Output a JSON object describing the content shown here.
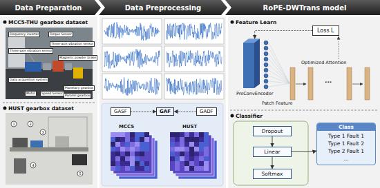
{
  "diagram": {
    "nodes": [
      {
        "text": [
          "Data Preparation"
        ]
      },
      {
        "text": [
          "Data Preprocessing"
        ]
      },
      {
        "text": [
          "RoPE-DWTrans model"
        ]
      },
      {
        "text": [
          "GASF"
        ]
      },
      {
        "text": [
          "GAF"
        ]
      },
      {
        "text": [
          "GADF"
        ]
      },
      {
        "text": [
          "PreConvEncoder"
        ]
      },
      {
        "text": [
          "Loss L"
        ]
      },
      {
        "text": [
          "Dropout"
        ]
      },
      {
        "text": [
          "Linear"
        ]
      },
      {
        "text": [
          "Softmax"
        ]
      },
      {
        "text": [
          "Class",
          "Type 1 Fault 1",
          "Type 1 Fault 2",
          "Type 2 Fault 1",
          "..."
        ]
      }
    ],
    "edges": [
      {
        "from": 3,
        "to": 4,
        "arrow": "to"
      },
      {
        "from": 5,
        "to": 4,
        "arrow": "to"
      },
      {
        "from": 7,
        "to": 6,
        "arrow": "to"
      },
      {
        "from": 8,
        "to": 9,
        "arrow": "to"
      },
      {
        "from": 9,
        "to": 10,
        "arrow": "to"
      },
      {
        "from": 9,
        "to": 11,
        "arrow": "to"
      }
    ],
    "labels": [
      "MCC5-THU gearbox dataset",
      "Frequency inverter",
      "Three-axis vibration sensor",
      "Torque Sensor",
      "Three-axis vibration sensor",
      "Magnetic powder brake",
      "Data acquisition system",
      "Motor",
      "Speed Sensor",
      "Planetary gearbox",
      "Parallel gearbox",
      "HUST gearbox dataset",
      "1",
      "2",
      "3",
      "4",
      "5",
      "MCC5",
      "HUST",
      "Feature Learn",
      "Optimized Attention",
      "Patch Feature",
      "Classifier",
      "..."
    ]
  }
}
